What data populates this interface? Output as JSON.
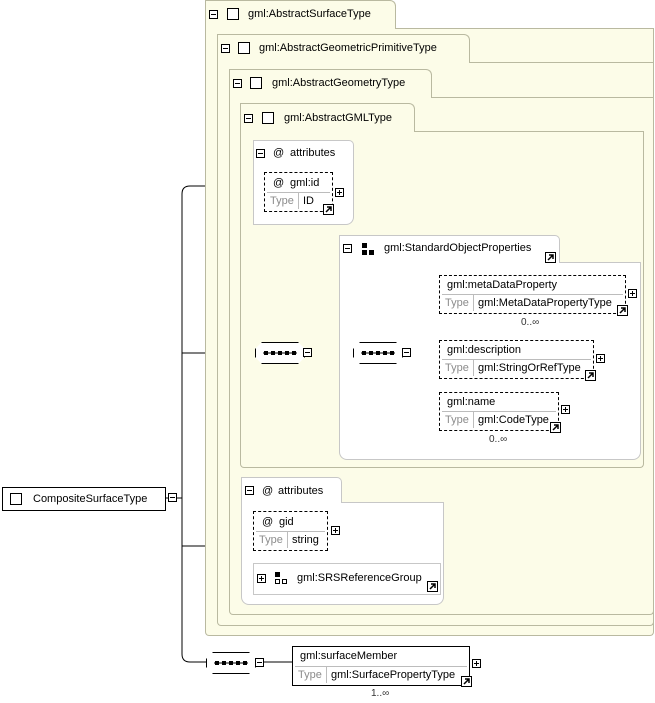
{
  "root": {
    "label": "CompositeSurfaceType"
  },
  "types": {
    "abstract_surface": "gml:AbstractSurfaceType",
    "abstract_geometric_primitive": "gml:AbstractGeometricPrimitiveType",
    "abstract_geometry": "gml:AbstractGeometryType",
    "abstract_gml": "gml:AbstractGMLType"
  },
  "attributes_group_1": {
    "title": "attributes",
    "at": "@",
    "id_attr": {
      "name": "gml:id",
      "type_key": "Type",
      "type_value": "ID"
    }
  },
  "standard_object_properties": {
    "label": "gml:StandardObjectProperties",
    "meta_data_property": {
      "name": "gml:metaDataProperty",
      "type_key": "Type",
      "type_value": "gml:MetaDataPropertyType",
      "cardinality": "0..∞"
    },
    "description": {
      "name": "gml:description",
      "type_key": "Type",
      "type_value": "gml:StringOrRefType"
    },
    "name": {
      "name": "gml:name",
      "type_key": "Type",
      "type_value": "gml:CodeType",
      "cardinality": "0..∞"
    }
  },
  "attributes_group_2": {
    "title": "attributes",
    "at": "@",
    "gid_attr": {
      "name": "gid",
      "type_key": "Type",
      "type_value": "string"
    },
    "srs_reference_group": "gml:SRSReferenceGroup"
  },
  "surface_member": {
    "name": "gml:surfaceMember",
    "type_key": "Type",
    "type_value": "gml:SurfacePropertyType",
    "cardinality": "1..∞"
  },
  "icons": [
    "minus-toggle-icon",
    "plus-toggle-icon",
    "checkbox-icon",
    "link-arrow-icon",
    "sequence-compositor-icon",
    "group-icon",
    "attribute-group-icon"
  ]
}
